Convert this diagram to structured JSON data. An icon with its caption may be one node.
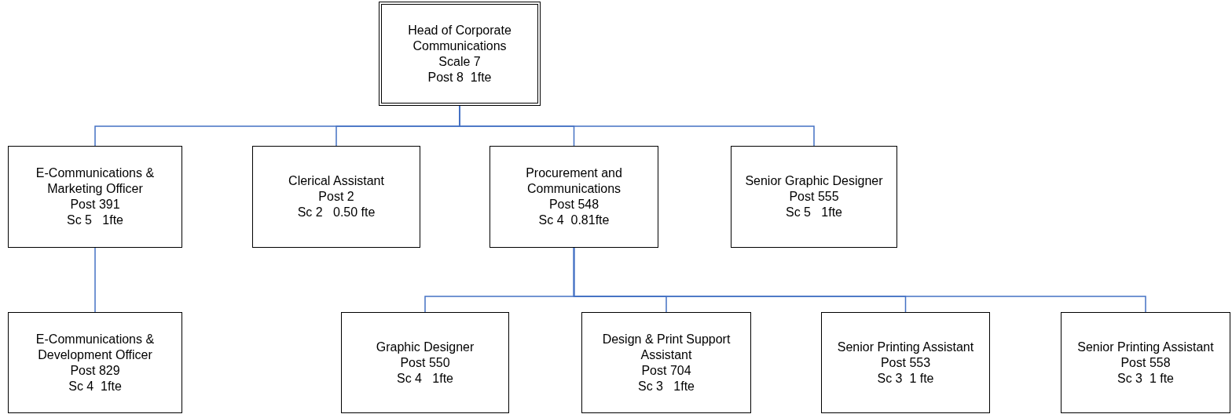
{
  "diagram": {
    "nodes": [
      {
        "text": [
          "Head of Corporate Communications",
          "Scale 7",
          "Post 8  1fte"
        ]
      },
      {
        "text": [
          "E-Communications & Marketing Officer",
          "Post 391",
          "Sc 5   1fte"
        ]
      },
      {
        "text": [
          "Clerical Assistant",
          "Post 2",
          "Sc 2   0.50 fte"
        ]
      },
      {
        "text": [
          "Procurement and Communications",
          "Post 548",
          "Sc 4  0.81fte"
        ]
      },
      {
        "text": [
          "Senior Graphic Designer",
          "Post 555",
          "Sc 5   1fte"
        ]
      },
      {
        "text": [
          "E-Communications & Development Officer",
          "Post 829",
          "Sc 4  1fte"
        ]
      },
      {
        "text": [
          "Graphic Designer",
          "Post 550",
          "Sc 4   1fte"
        ]
      },
      {
        "text": [
          "Design & Print Support Assistant",
          "Post 704",
          "Sc 3   1fte"
        ]
      },
      {
        "text": [
          "Senior Printing Assistant",
          "Post 553",
          "Sc 3  1 fte"
        ]
      },
      {
        "text": [
          "Senior Printing Assistant",
          "Post 558",
          "Sc 3  1 fte"
        ]
      }
    ],
    "edges": [
      {
        "from": 0,
        "to": 1,
        "arrow": "none"
      },
      {
        "from": 0,
        "to": 2,
        "arrow": "none"
      },
      {
        "from": 0,
        "to": 3,
        "arrow": "none"
      },
      {
        "from": 0,
        "to": 4,
        "arrow": "none"
      },
      {
        "from": 1,
        "to": 5,
        "arrow": "none"
      },
      {
        "from": 3,
        "to": 6,
        "arrow": "none"
      },
      {
        "from": 3,
        "to": 7,
        "arrow": "none"
      },
      {
        "from": 3,
        "to": 8,
        "arrow": "none"
      },
      {
        "from": 3,
        "to": 9,
        "arrow": "none"
      }
    ]
  }
}
